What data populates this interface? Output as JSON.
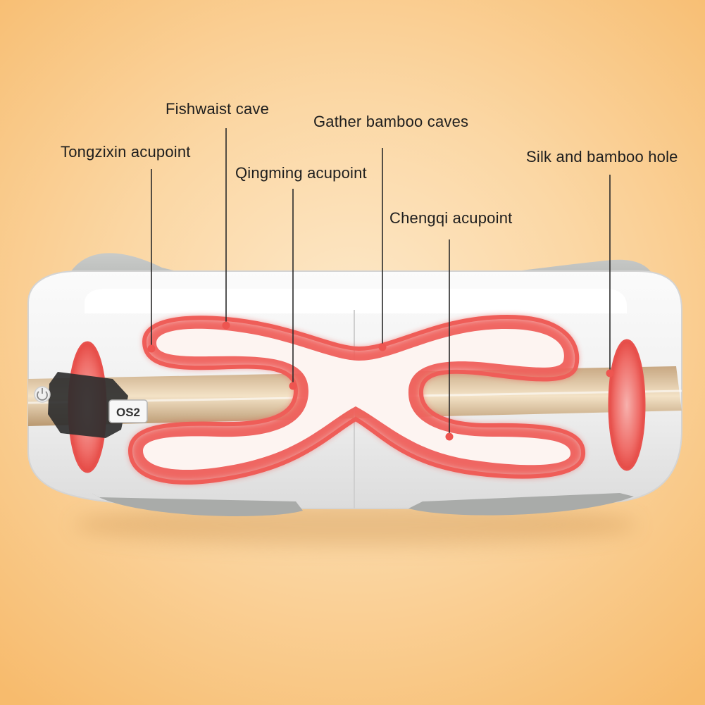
{
  "device": {
    "model_badge": "OS2",
    "power_icon": "power-icon"
  },
  "colors": {
    "background": "#f9c98a",
    "zone_glow": "#ee5a5a",
    "band": "#e8cfaa"
  },
  "acupoints": [
    {
      "id": "tongzixin",
      "label": "Tongzixin acupoint"
    },
    {
      "id": "fishwaist",
      "label": "Fishwaist cave"
    },
    {
      "id": "qingming",
      "label": "Qingming acupoint"
    },
    {
      "id": "gather-bamboo",
      "label": "Gather bamboo caves"
    },
    {
      "id": "chengqi",
      "label": "Chengqi acupoint"
    },
    {
      "id": "silk-bamboo",
      "label": "Silk and bamboo hole"
    }
  ]
}
